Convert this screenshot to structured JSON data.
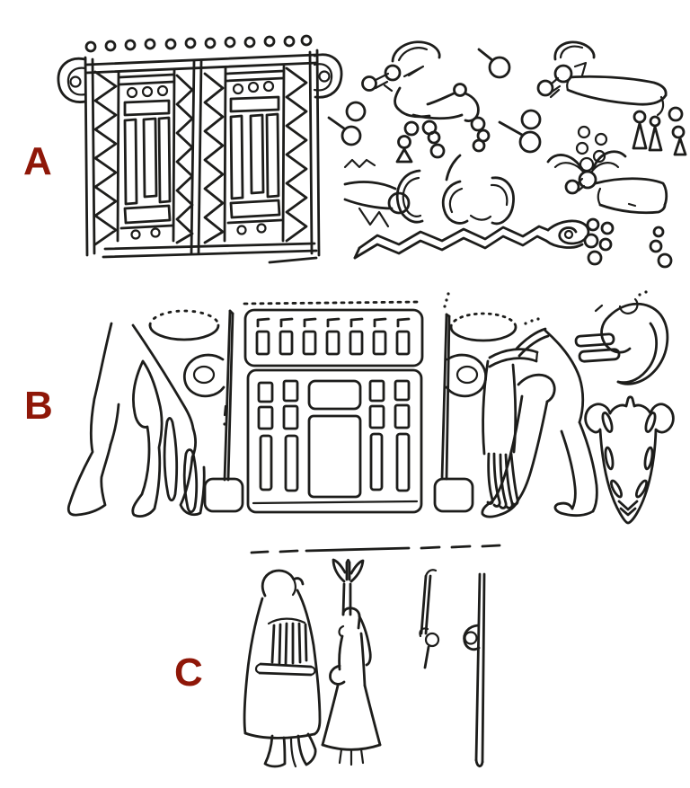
{
  "figure": {
    "background_color": "#ffffff",
    "line_color": "#1d1d1b",
    "label_color": "#8f1708",
    "panels": [
      {
        "label": "A",
        "name": "panel-a",
        "elements": [
          "ornamented-plaque",
          "top-circle-row",
          "side-handles",
          "zigzag-bands",
          "ibex-animals",
          "circle-clusters",
          "tadpole-motifs",
          "pendant-figurines",
          "serpent"
        ]
      },
      {
        "label": "B",
        "name": "panel-b",
        "elements": [
          "dotted-oval-head",
          "striding-figure",
          "ringed-pole-standard",
          "temple-facade",
          "ringed-pole-standard",
          "fringed-garment",
          "striding-figure",
          "offering-bars",
          "curled-motif",
          "arrowhead-shield"
        ]
      },
      {
        "label": "C",
        "name": "panel-c",
        "elements": [
          "dashed-ground-line",
          "robed-figure-back-view",
          "worshipper-with-raised-arm",
          "pole-emblem-short",
          "pole-emblem-long"
        ]
      }
    ]
  }
}
